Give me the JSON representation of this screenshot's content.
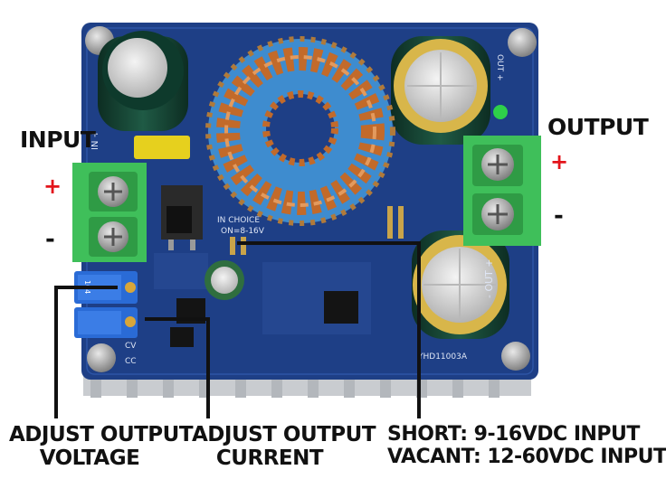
{
  "labels": {
    "input": "INPUT",
    "output": "OUTPUT",
    "plus": "+",
    "minus": "-",
    "adjust_voltage_line1": "ADJUST OUTPUT",
    "adjust_voltage_line2": "VOLTAGE",
    "adjust_current_line1": "ADJUST OUTPUT",
    "adjust_current_line2": "CURRENT",
    "short_line": "SHORT: 9-16VDC INPUT",
    "vacant_line": "VACANT: 12-60VDC INPUT"
  },
  "board_text": {
    "in_choice": "IN CHOICE",
    "on_range": "ON=8-16V",
    "model": "YHD11003A",
    "cv": "CV",
    "cc": "CC",
    "pot_code": "104",
    "out_plus": "OUT +",
    "out_minus": "- OUT +",
    "in_plus": "IN +"
  },
  "colors": {
    "pcb": "#1e3f86",
    "pcb_dark": "#142c63",
    "terminal": "#3fbf5a",
    "toroid": "#3e8ccf",
    "copper": "#c26a2a",
    "accent_red": "#e3141b"
  }
}
